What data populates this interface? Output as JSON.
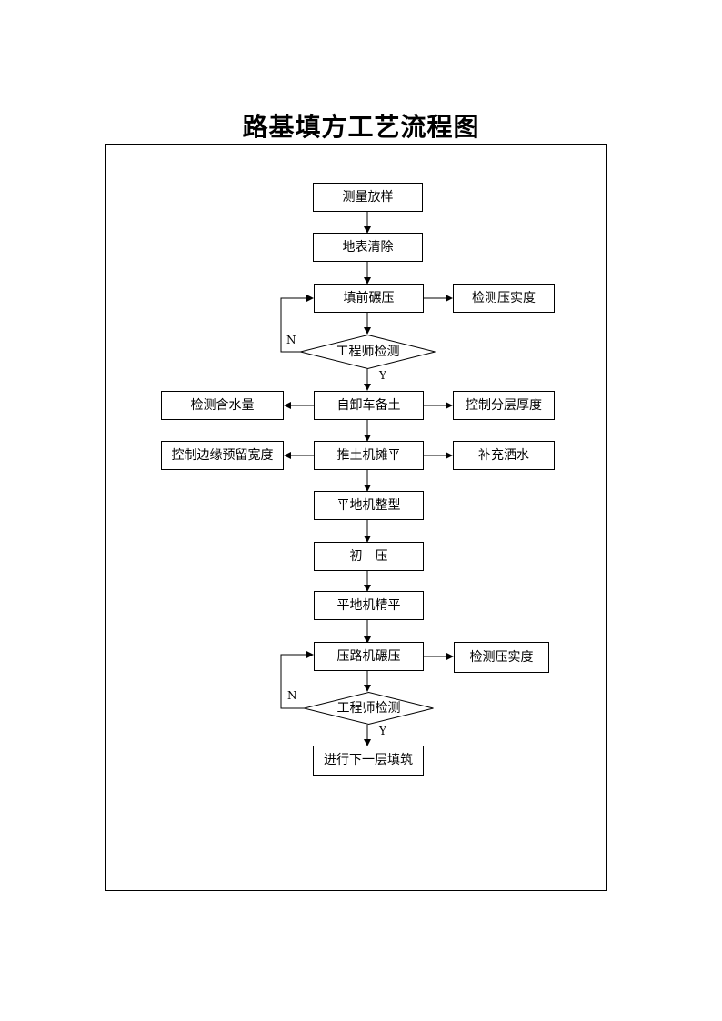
{
  "title": "路基填方工艺流程图",
  "nodes": {
    "survey": "测量放样",
    "clear": "地表清除",
    "pre_roll": "填前碾压",
    "check_compact_1": "检测压实度",
    "inspect_1": "工程师检测",
    "unload": "自卸车备土",
    "check_water": "检测含水量",
    "control_layer": "控制分层厚度",
    "bulldoze": "推土机摊平",
    "edge_reserve": "控制边缘预留宽度",
    "add_water": "补充洒水",
    "grade_shape": "平地机整型",
    "initial_press": "初　压",
    "grade_fine": "平地机精平",
    "roller": "压路机碾压",
    "check_compact_2": "检测压实度",
    "inspect_2": "工程师检测",
    "next_layer": "进行下一层填筑"
  },
  "labels": {
    "n1": "N",
    "y1": "Y",
    "n2": "N",
    "y2": "Y"
  },
  "colors": {
    "line": "#000000",
    "fill": "#ffffff"
  }
}
